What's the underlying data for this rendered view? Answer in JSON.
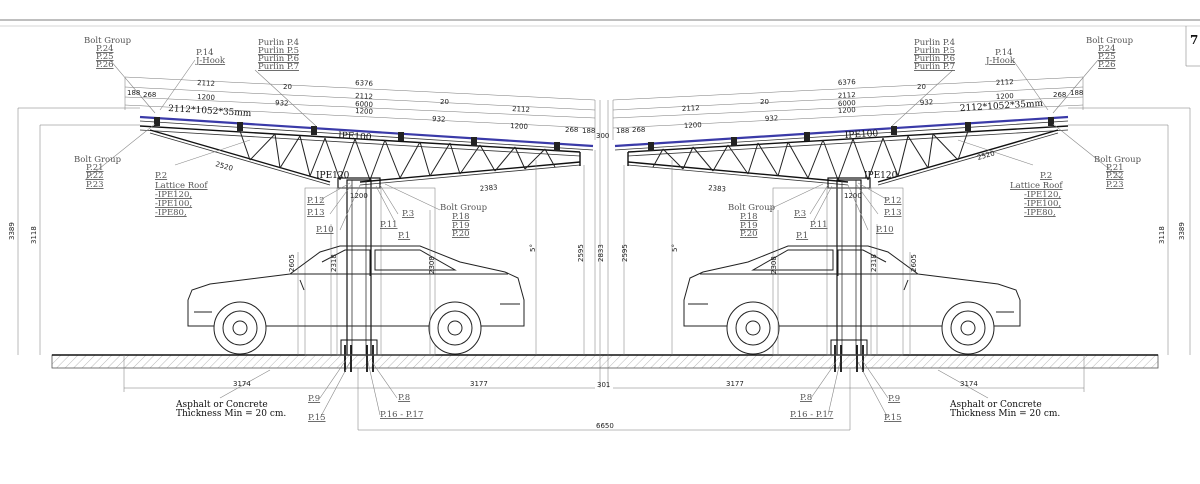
{
  "left": {
    "bolt_group_top": [
      "Bolt Group",
      "P.24",
      "P.25",
      "P.26"
    ],
    "hook": [
      "P.14",
      "J-Hook"
    ],
    "purlin": [
      "Purlin P.4",
      "Purlin P.5",
      "Purlin P.6",
      "Purlin P.7"
    ],
    "bolt_group_side": [
      "Bolt Group",
      "P.21",
      "P.22",
      "P.23"
    ],
    "lattice": [
      "P.2",
      "Lattice Roof",
      "-IPE120,",
      "-IPE100,",
      "-IPE80,"
    ],
    "bolt_group_col": [
      "Bolt Group",
      "P.18",
      "P.19",
      "P.20"
    ],
    "col_refs": [
      "P.12",
      "P.13",
      "P.10",
      "P.11",
      "P.3",
      "P.1"
    ],
    "base_refs": [
      "P.9",
      "P.15",
      "P.16 - P.17",
      "P.8"
    ],
    "panel": "2112*1052*35mm",
    "ipe100": "IPE100",
    "ipe120": "IPE120",
    "ground_note": [
      "Asphalt or Concrete",
      "Thickness Min = 20 cm."
    ],
    "dims": {
      "d6376": "6376",
      "d2112a": "2112",
      "d188": "188",
      "d268": "268",
      "d20a": "20",
      "d1200a": "1200",
      "d932a": "932",
      "d2112b": "2112",
      "d6000": "6000",
      "d1200b": "1200",
      "d20b": "20",
      "d932b": "932",
      "d2112c": "2112",
      "d1200c": "1200",
      "d268b": "268",
      "d188b": "188",
      "d2520": "2520",
      "d2383": "2383",
      "d1200col": "1200",
      "d3389": "3389",
      "d3118": "3118",
      "d2605": "2605",
      "d2318": "2318",
      "d2308": "2308",
      "d2595": "2595",
      "d5": "5°",
      "d3174": "3174",
      "d3177": "3177"
    }
  },
  "right": {
    "bolt_group_top": [
      "Bolt Group",
      "P.24",
      "P.25",
      "P.26"
    ],
    "hook": [
      "P.14",
      "J-Hook"
    ],
    "purlin": [
      "Purlin P.4",
      "Purlin P.5",
      "Purlin P.6",
      "Purlin P.7"
    ],
    "bolt_group_side": [
      "Bolt Group",
      "P.21",
      "P.22",
      "P.23"
    ],
    "lattice": [
      "P.2",
      "Lattice Roof",
      "-IPE120,",
      "-IPE100,",
      "-IPE80,"
    ],
    "bolt_group_col": [
      "Bolt Group",
      "P.18",
      "P.19",
      "P.20"
    ],
    "col_refs": [
      "P.12",
      "P.13",
      "P.10",
      "P.11",
      "P.3",
      "P.1"
    ],
    "base_refs": [
      "P.9",
      "P.15",
      "P.16 - P.17",
      "P.8"
    ],
    "panel": "2112*1052*35mm",
    "ipe100": "IPE100",
    "ipe120": "IPE120",
    "ground_note": [
      "Asphalt or Concrete",
      "Thickness Min = 20 cm."
    ],
    "dims": {
      "d6376": "6376",
      "d2112a": "2112",
      "d188": "188",
      "d268": "268",
      "d20a": "20",
      "d1200a": "1200",
      "d932a": "932",
      "d2112b": "2112",
      "d6000": "6000",
      "d1200b": "1200",
      "d20b": "20",
      "d932b": "932",
      "d2112c": "2112",
      "d1200c": "1200",
      "d268b": "268",
      "d188b": "188",
      "d2520": "2520",
      "d2383": "2383",
      "d1200col": "1200",
      "d3389": "3389",
      "d3118": "3118",
      "d2605": "2605",
      "d2308": "2308",
      "d2318": "2318",
      "d2595": "2595",
      "d5": "5°",
      "d3174": "3174",
      "d3177": "3177"
    }
  },
  "center": {
    "d300": "300",
    "d2833": "2833",
    "d301": "301",
    "d6650": "6650"
  },
  "corner_mark": "7"
}
